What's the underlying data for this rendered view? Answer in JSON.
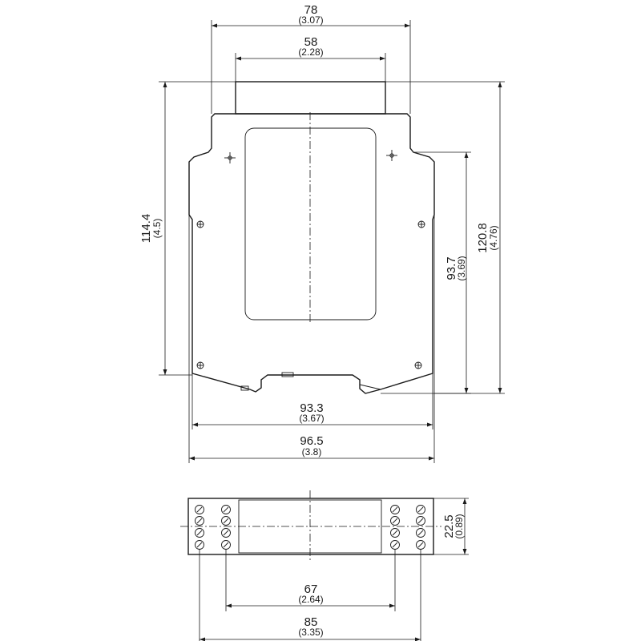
{
  "side_view": {
    "dims": {
      "width_top": {
        "mm": "78",
        "inch": "(3.07)"
      },
      "width_cap": {
        "mm": "58",
        "inch": "(2.28)"
      },
      "height_left": {
        "mm": "114.4",
        "inch": "(4.5)"
      },
      "height_mid": {
        "mm": "93.7",
        "inch": "(3.69)"
      },
      "height_right": {
        "mm": "120.8",
        "inch": "(4.76)"
      },
      "depth_inner": {
        "mm": "93.3",
        "inch": "(3.67)"
      },
      "depth_outer": {
        "mm": "96.5",
        "inch": "(3.8)"
      }
    }
  },
  "top_view": {
    "dims": {
      "width": {
        "mm": "22.5",
        "inch": "(0.89)"
      },
      "terminal_span": {
        "mm": "67",
        "inch": "(2.64)"
      },
      "length": {
        "mm": "85",
        "inch": "(3.35)"
      }
    }
  }
}
